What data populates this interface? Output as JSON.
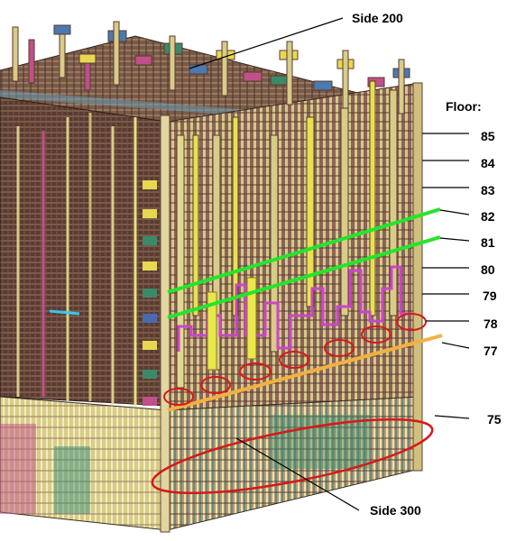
{
  "labels": {
    "side_top": "Side 200",
    "side_bottom": "Side 300",
    "floor_heading": "Floor:"
  },
  "floors": [
    {
      "number": "85",
      "band": "plain"
    },
    {
      "number": "84",
      "band": "plain"
    },
    {
      "number": "83",
      "band": "plain"
    },
    {
      "number": "82",
      "band": "green"
    },
    {
      "number": "81",
      "band": "green"
    },
    {
      "number": "80",
      "band": "plain"
    },
    {
      "number": "79",
      "band": "plain"
    },
    {
      "number": "78",
      "band": "red-oval"
    },
    {
      "number": "77",
      "band": "orange"
    },
    {
      "number": "75",
      "band": "red-oval"
    }
  ],
  "colors": {
    "green_line": "#22e62a",
    "orange_line": "#f4b040",
    "red_marker": "#d81818",
    "magenta_outline": "#cc44cc",
    "yellow_column": "#e8e84a",
    "cyan_mark": "#36c8f0",
    "frame_brown": "#6b4a3a",
    "frame_tan": "#d8cc88"
  }
}
